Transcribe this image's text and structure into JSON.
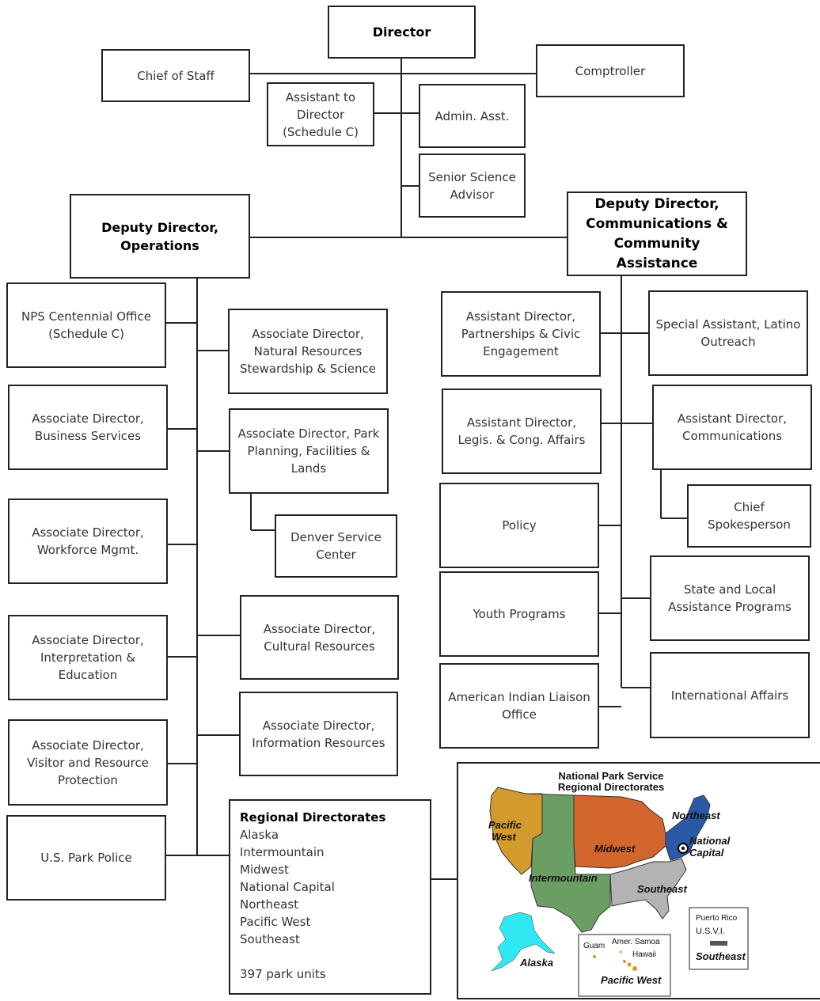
{
  "org": {
    "director": "Director",
    "chief_of_staff": "Chief of Staff",
    "comptroller": "Comptroller",
    "assistant_to_director": "Assistant to\nDirector\n(Schedule C)",
    "admin_asst": "Admin. Asst.",
    "senior_science_advisor": "Senior Science\nAdvisor",
    "deputy_operations": "Deputy Director,\nOperations",
    "deputy_communications": "Deputy Director,\nCommunications &\nCommunity Assistance",
    "operations": {
      "centennial": "NPS Centennial Office\n(Schedule C)",
      "natural_resources": "Associate Director,\nNatural Resources\nStewardship & Science",
      "business_services": "Associate Director,\nBusiness Services",
      "park_planning": "Associate Director, Park\nPlanning, Facilities &\nLands",
      "denver": "Denver Service\nCenter",
      "workforce": "Associate Director,\nWorkforce Mgmt.",
      "interpretation": "Associate Director,\nInterpretation &\nEducation",
      "cultural": "Associate Director,\nCultural Resources",
      "visitor": "Associate Director,\nVisitor and Resource\nProtection",
      "information": "Associate Director,\nInformation Resources",
      "park_police": "U.S. Park Police"
    },
    "communications": {
      "partnerships": "Assistant Director,\nPartnerships & Civic\nEngagement",
      "latino": "Special Assistant, Latino\nOutreach",
      "legis": "Assistant Director,\nLegis. & Cong. Affairs",
      "comms": "Assistant Director,\nCommunications",
      "spokesperson": "Chief\nSpokesperson",
      "policy": "Policy",
      "state_local": "State and Local\nAssistance Programs",
      "youth": "Youth Programs",
      "international": "International Affairs",
      "american_indian": "American Indian Liaison\nOffice"
    }
  },
  "regional": {
    "title": "Regional Directorates",
    "regions": [
      "Alaska",
      "Intermountain",
      "Midwest",
      "National Capital",
      "Northeast",
      "Pacific West",
      "Southeast"
    ],
    "units": "397 park units"
  },
  "map": {
    "title_line1": "National Park Service",
    "title_line2": "Regional Directorates",
    "pacific_west_1": "Pacific",
    "pacific_west_2": "West",
    "intermountain": "Intermountain",
    "midwest": "Midwest",
    "northeast": "Northeast",
    "national_capital_1": "National",
    "national_capital_2": "Capital",
    "southeast": "Southeast",
    "alaska": "Alaska",
    "guam": "Guam",
    "amer_samoa": "Amer. Samoa",
    "hawaii": "Hawaii",
    "pacific_west_inset": "Pacific West",
    "puerto_rico": "Puerto Rico",
    "usvi": "U.S.V.I.",
    "southeast_inset": "Southeast",
    "colors": {
      "pacific_west": "#D39A2E",
      "intermountain": "#6B9E62",
      "midwest": "#D2662D",
      "northeast": "#2A5AA6",
      "southeast": "#B3B3B3",
      "alaska": "#2FE8F2"
    }
  }
}
